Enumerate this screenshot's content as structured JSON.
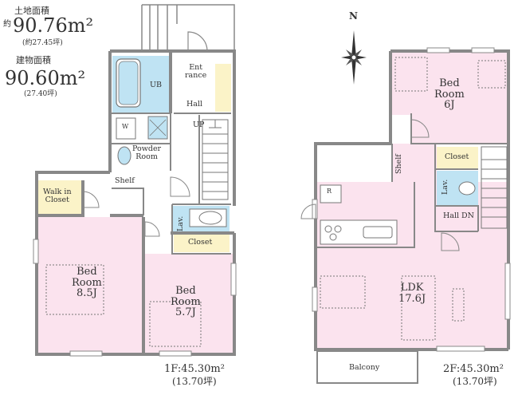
{
  "summary": {
    "land_label": "土地面積",
    "land_prefix": "約",
    "land_value": "90.76m²",
    "land_tsubo": "(約27.45坪)",
    "building_label": "建物面積",
    "building_value": "90.60m²",
    "building_tsubo": "(27.40坪)"
  },
  "compass": {
    "north": "N"
  },
  "floor1": {
    "area": "1F:45.30m²",
    "tsubo": "(13.70坪)",
    "rooms": {
      "ub": "UB",
      "entrance": "Ent\nrance",
      "hall": "Hall",
      "up": "UP",
      "washer": "W",
      "powder": "Powder\nRoom",
      "shelf": "Shelf",
      "walkin": "Walk in\nCloset",
      "bed1": "Bed\nRoom\n8.5J",
      "lav": "Lav.",
      "closet": "Closet",
      "bed2": "Bed\nRoom\n5.7J"
    }
  },
  "floor2": {
    "area": "2F:45.30m²",
    "tsubo": "(13.70坪)",
    "rooms": {
      "bed": "Bed\nRoom\n6J",
      "closet": "Closet",
      "shelf": "Shelf",
      "lav": "Lav.",
      "r": "R",
      "hall_dn": "Hall DN",
      "ldk": "LDK\n17.6J",
      "balcony": "Balcony"
    }
  },
  "colors": {
    "wall": "#888888",
    "room_pink": "#fbe3ee",
    "wet_blue": "#bfe3f3",
    "closet_yellow": "#fbf3c8"
  }
}
